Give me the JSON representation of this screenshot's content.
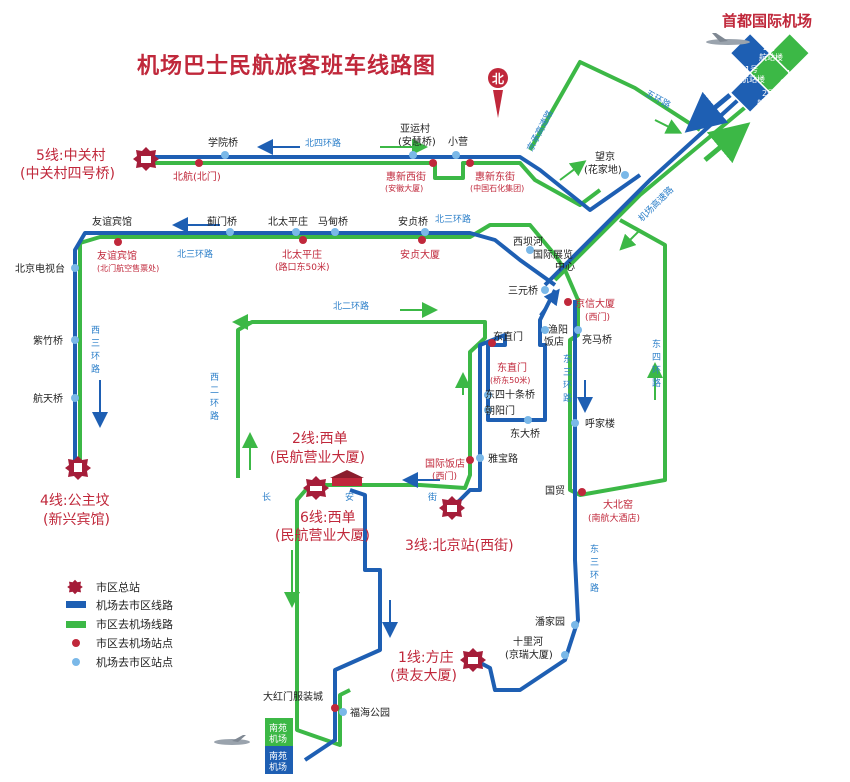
{
  "title": "机场巴士民航旅客班车线路图",
  "airport": {
    "name": "首都国际机场",
    "t1a": "1号",
    "t1b": "航站楼",
    "t2a": "2号",
    "t2b": "航站楼"
  },
  "compass": "北",
  "colors": {
    "to_city": "#1e5fb3",
    "to_airport": "#3cb846",
    "terminal": "#a51d39",
    "label_red": "#c0283b",
    "label_dark": "#222222",
    "road_blue": "#2c7fc9"
  },
  "termini": {
    "line5_a": "5线:中关村",
    "line5_b": "(中关村四号桥)",
    "line4_a": "4线:公主坟",
    "line4_b": "(新兴宾馆)",
    "line2_a": "2线:西单",
    "line2_b": "(民航营业大厦)",
    "line6_a": "6线:西单",
    "line6_b": "(民航营业大厦)",
    "line3": "3线:北京站(西街)",
    "line1_a": "1线:方庄",
    "line1_b": "(贵友大厦)"
  },
  "stops": {
    "xueyuanqiao": "学院桥",
    "beihang": "北航(北门)",
    "yayuncun": "亚运村",
    "anhuiqiao": "(安慧桥)",
    "xiaoying": "小营",
    "huixinxijie": "惠新西街",
    "anhuidasha": "(安徽大厦)",
    "huixindongjie": "惠新东街",
    "zhongguoshihua": "(中国石化集团)",
    "wangjing": "望京",
    "huajiadi": "(花家地)",
    "youyibinguan": "友谊宾馆",
    "jimenqiao": "蓟门桥",
    "beitaipingzhuang": "北太平庄",
    "madianqiao": "马甸桥",
    "anzhenqiao": "安贞桥",
    "youyibinguan2": "友谊宾馆",
    "beimen_piao": "(北门航空售票处)",
    "beitaipingzhuang2": "北太平庄",
    "lukoudong": "(路口东50米)",
    "anzhendasha": "安贞大厦",
    "xibahe": "西坝河",
    "guozhan_a": "国际展览",
    "guozhan_b": "中心",
    "sanyuanqiao": "三元桥",
    "jingxin_a": "京信大厦",
    "jingxin_b": "(西门)",
    "tvtower": "北京电视台",
    "zizhuqiao": "紫竹桥",
    "hangtianqiao": "航天桥",
    "dongzhimen": "东直门",
    "yuyang_a": "渔阳",
    "yuyang_b": "饭店",
    "liangmaqiao": "亮马桥",
    "dongzhimen2_a": "东直门",
    "dongzhimen2_b": "(桥东50米)",
    "dongsishitiao": "东四十条桥",
    "chaoyangmen": "朝阳门",
    "dongdaqiao": "东大桥",
    "hujialou": "呼家楼",
    "yabaolu": "雅宝路",
    "guojifandian_a": "国际饭店",
    "guojifandian_b": "(西门)",
    "guomao": "国贸",
    "dabeiyao_a": "大北窑",
    "dabeiyao_b": "(南航大酒店)",
    "panjiayuan": "潘家园",
    "shilihe_a": "十里河",
    "shilihe_b": "(京瑞大厦)",
    "dahongmen": "大红门服装城",
    "fuhaigongyuan": "福海公园",
    "nanyuan_a": "南苑",
    "nanyuan_b": "机场",
    "nanyuan2_a": "南苑",
    "nanyuan2_b": "机场"
  },
  "roads": {
    "bei4": "北四环路",
    "bei3": "北三环路",
    "bei3b": "北三环路",
    "bei2": "北二环路",
    "xi3_1": "西",
    "xi3_2": "三",
    "xi3_3": "环",
    "xi3_4": "路",
    "xi2_1": "西",
    "xi2_2": "二",
    "xi2_3": "环",
    "xi2_4": "路",
    "dong3_1": "东",
    "dong3_2": "三",
    "dong3_3": "环",
    "dong3_4": "路",
    "dong3b_1": "东",
    "dong3b_2": "三",
    "dong3b_3": "环",
    "dong3b_4": "路",
    "dong4_1": "东",
    "dong4_2": "四",
    "dong4_3": "环",
    "dong4_4": "路",
    "jingcheng": "京承高速路",
    "wuhuan": "五环路",
    "airport_expwy": "机场高速路",
    "chang": "长",
    "an": "安",
    "jie": "街"
  },
  "legend": {
    "terminal": "市区总站",
    "to_city_line": "机场去市区线路",
    "to_airport_line": "市区去机场线路",
    "to_airport_stop": "市区去机场站点",
    "to_city_stop": "机场去市区站点"
  }
}
